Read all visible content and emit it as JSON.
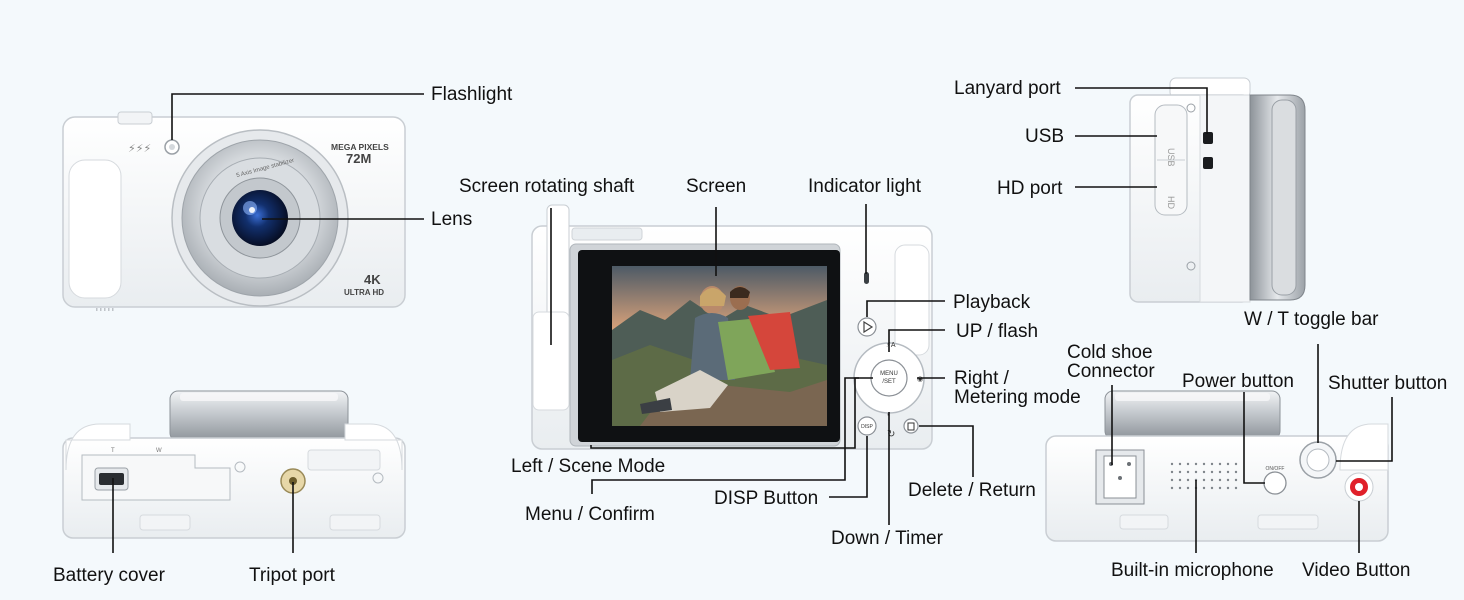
{
  "camera_front": {
    "brand_line1": "MEGA PIXELS",
    "brand_line2": "72M",
    "badge_line1": "4K",
    "badge_line2": "ULTRA HD",
    "lens_ring_text": "5 Axis Image stabilizer"
  },
  "camera_back": {
    "menu_button_line1": "MENU",
    "menu_button_line2": "/SET",
    "disp_button": "DISP"
  },
  "camera_top": {
    "power_marking": "ON/OFF"
  },
  "camera_side": {
    "usb_marking": "USB",
    "hd_marking": "HD"
  },
  "labels": {
    "flashlight": "Flashlight",
    "lens": "Lens",
    "battery_cover": "Battery cover",
    "tripot_port": "Tripot port",
    "screen_rotating_shaft": "Screen rotating shaft",
    "screen": "Screen",
    "indicator_light": "Indicator light",
    "playback": "Playback",
    "up_flash": "UP / flash",
    "right_metering_line1": "Right /",
    "right_metering_line2": "Metering mode",
    "left_scene_mode": "Left / Scene Mode",
    "menu_confirm": "Menu / Confirm",
    "disp_button": "DISP Button",
    "down_timer": "Down / Timer",
    "delete_return": "Delete / Return",
    "lanyard_port": "Lanyard port",
    "usb": "USB",
    "hd_port": "HD port",
    "wt_toggle_bar": "W / T toggle bar",
    "cold_shoe_line1": "Cold shoe",
    "cold_shoe_line2": "Connector",
    "power_button": "Power button",
    "shutter_button": "Shutter button",
    "built_in_microphone": "Built-in microphone",
    "video_button": "Video Button"
  },
  "colors": {
    "background": "#f4f9fc",
    "body_white": "#ffffff",
    "body_edge": "#c9ced3",
    "lens_silver": "#c4c8cc",
    "lens_glass": "#0d1b3a",
    "video_red": "#e0202a",
    "leader_line": "#111111"
  }
}
